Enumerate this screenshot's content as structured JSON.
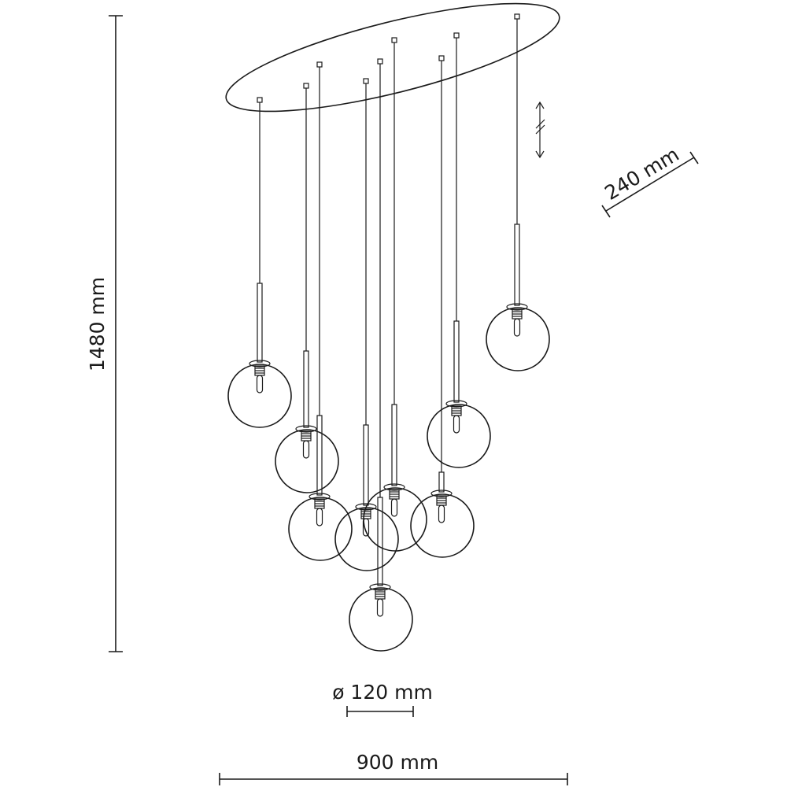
{
  "dimensions": {
    "height_label": "1480 mm",
    "depth_label": "240 mm",
    "globe_label": "ø 120 mm",
    "width_label": "900 mm"
  },
  "lamp": {
    "pendant_count": 9,
    "adjustable_cable_icon": "adjustable-height-arrows-icon"
  }
}
